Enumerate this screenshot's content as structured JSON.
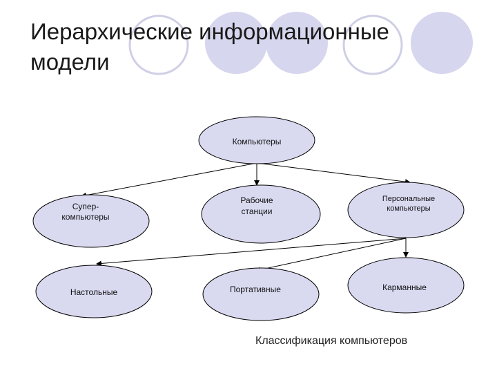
{
  "slide": {
    "title_line1": "Иерархические информационные",
    "title_line2": "модели",
    "caption": "Классификация компьютеров"
  },
  "colors": {
    "node_fill": "#d9d9f0",
    "node_stroke": "#000000",
    "deco_fill": "#d6d6ee",
    "deco_stroke": "#c8c8e4"
  },
  "nodes": {
    "computers": [
      "Компьютеры"
    ],
    "supercomputers": [
      "Супер-",
      "компьютеры"
    ],
    "workstations": [
      "Рабочие",
      "станции"
    ],
    "personal": [
      "Персональные",
      "компьютеры"
    ],
    "desktop": [
      "Настольные"
    ],
    "portable": [
      "Портативные"
    ],
    "pocket": [
      "Карманные"
    ]
  },
  "edges": [
    [
      "computers",
      "supercomputers"
    ],
    [
      "computers",
      "workstations"
    ],
    [
      "computers",
      "personal"
    ],
    [
      "personal",
      "desktop"
    ],
    [
      "personal",
      "portable"
    ],
    [
      "personal",
      "pocket"
    ]
  ]
}
